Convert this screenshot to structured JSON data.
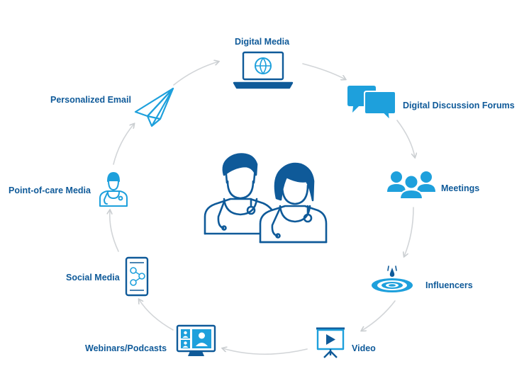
{
  "diagram": {
    "center": {
      "icon": "doctors-icon"
    },
    "channels": [
      {
        "id": "digital-media",
        "label": "Digital Media",
        "icon": "laptop-globe-icon"
      },
      {
        "id": "digital-discussion-forums",
        "label": "Digital Discussion Forums",
        "icon": "chat-bubbles-icon"
      },
      {
        "id": "meetings",
        "label": "Meetings",
        "icon": "people-group-icon"
      },
      {
        "id": "influencers",
        "label": "Influencers",
        "icon": "ripple-drop-icon"
      },
      {
        "id": "video",
        "label": "Video",
        "icon": "presentation-play-icon"
      },
      {
        "id": "webinars-podcasts",
        "label": "Webinars/Podcasts",
        "icon": "video-conference-icon"
      },
      {
        "id": "social-media",
        "label": "Social Media",
        "icon": "phone-network-icon"
      },
      {
        "id": "point-of-care-media",
        "label": "Point-of-care Media",
        "icon": "doctor-icon"
      },
      {
        "id": "personalized-email",
        "label": "Personalized Email",
        "icon": "paper-plane-icon"
      }
    ],
    "colors": {
      "dark": "#0f5a99",
      "light": "#1ea0dc",
      "arrow": "#cfd3d6"
    }
  }
}
